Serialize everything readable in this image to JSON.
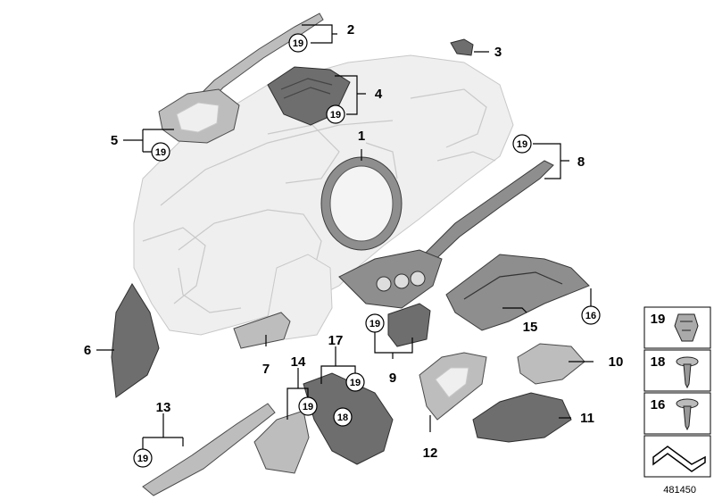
{
  "diagram_id": "481450",
  "callouts": {
    "c1": "1",
    "c2": "2",
    "c3": "3",
    "c4": "4",
    "c5": "5",
    "c6": "6",
    "c7": "7",
    "c8": "8",
    "c9": "9",
    "c10": "10",
    "c11": "11",
    "c12": "12",
    "c13": "13",
    "c14": "14",
    "c15": "15",
    "c16": "16",
    "c17": "17"
  },
  "fastener_refs": {
    "r2": "19",
    "r4": "19",
    "r5": "19",
    "r8": "19",
    "r9": "19",
    "r13": "19",
    "r14": "19",
    "r17a": "19",
    "r17b": "18",
    "r15": "16"
  },
  "legend": {
    "items": [
      {
        "label": "19",
        "icon": "clip-nut-icon"
      },
      {
        "label": "18",
        "icon": "washer-screw-icon"
      },
      {
        "label": "16",
        "icon": "washer-screw-icon"
      },
      {
        "label": "",
        "icon": "shim-bracket-icon"
      }
    ]
  }
}
